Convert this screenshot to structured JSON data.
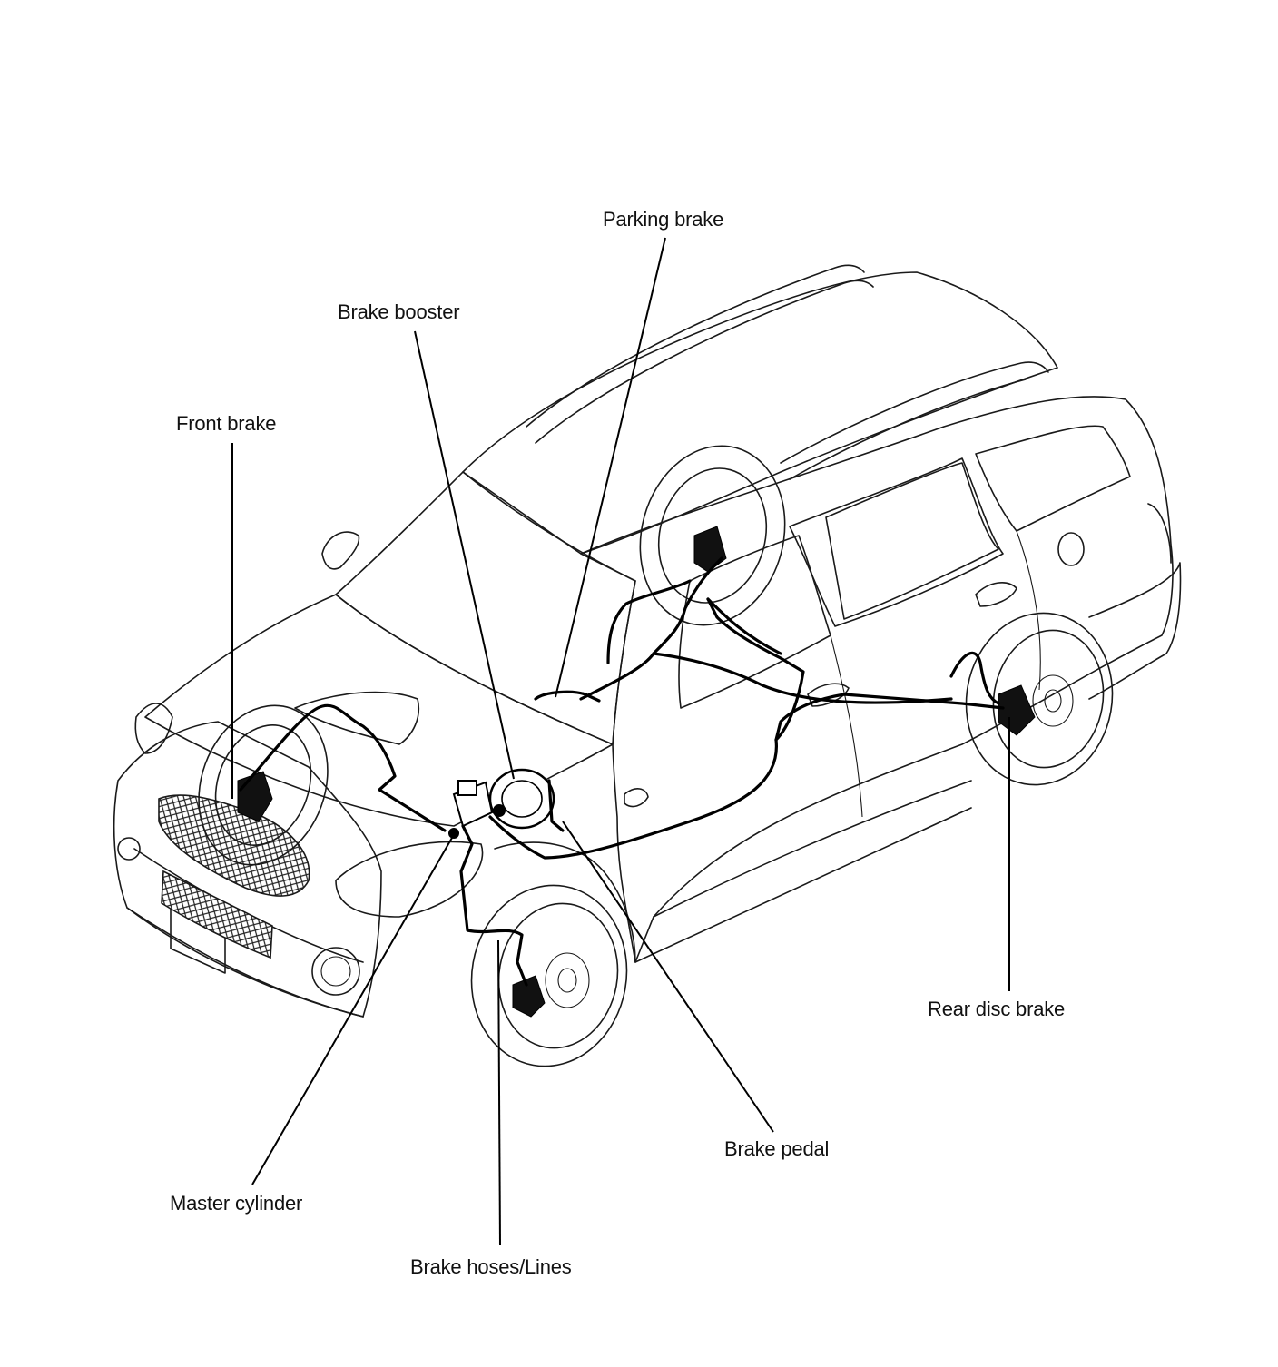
{
  "labels": {
    "parking_brake": "Parking brake",
    "brake_booster": "Brake booster",
    "front_brake": "Front brake",
    "rear_disc_brake": "Rear disc brake",
    "brake_pedal": "Brake pedal",
    "master_cylinder": "Master cylinder",
    "brake_hoses_lines": "Brake hoses/Lines"
  }
}
